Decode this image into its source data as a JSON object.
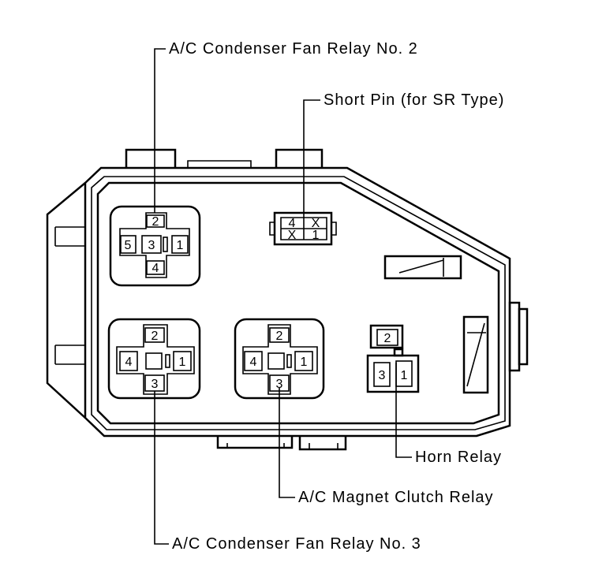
{
  "labels": {
    "fan_relay_2": "A/C Condenser Fan Relay No. 2",
    "short_pin": "Short Pin (for SR Type)",
    "horn_relay": "Horn Relay",
    "magnet_clutch": "A/C Magnet Clutch Relay",
    "fan_relay_3": "A/C Condenser Fan Relay No. 3"
  },
  "relays": {
    "fan_relay_2_pins": [
      "2",
      "5",
      "3",
      "1",
      "4"
    ],
    "fan_relay_3_pins": [
      "2",
      "4",
      "1",
      "3"
    ],
    "magnet_clutch_pins": [
      "2",
      "4",
      "1",
      "3"
    ],
    "horn_relay_pins": [
      "2",
      "3",
      "1"
    ],
    "short_pin_cells": [
      "4",
      "X",
      "X",
      "1"
    ]
  }
}
